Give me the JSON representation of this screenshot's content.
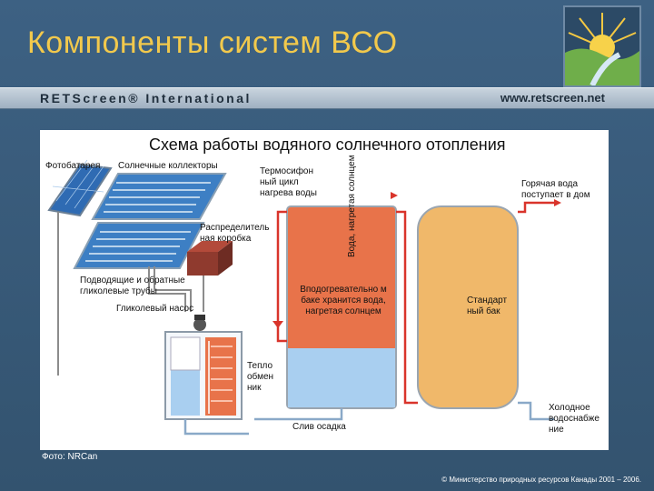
{
  "header": {
    "title": "Компоненты систем ВСО",
    "brand": "RETScreen® International",
    "url": "www.retscreen.net"
  },
  "diagram": {
    "title": "Схема работы водяного солнечного отопления",
    "labels": {
      "pv": "Фотобатарея",
      "collectors": "Солнечные коллекторы",
      "thermosiphon": "Термосифон ный цикл нагрева воды",
      "distribution_box": "Распределитель ная коробка",
      "pipes": "Подводящие и обратные гликолевые трубы",
      "glycol_pump": "Гликолевый насос",
      "preheat_tank": "Вподогревательно м баке хранится вода, нагретая солнцем",
      "solar_water": "Вода, нагретая солнцем",
      "hot_water": "Горячая вода поступает в дом",
      "standard_tank": "Стандарт ный бак",
      "heat_exchanger": "Тепло обмен ник",
      "drain": "Слив осадка",
      "cold_water": "Холодное водоснабже ние"
    }
  },
  "footer": {
    "photo_credit": "Фото: NRCan",
    "copyright": "© Министерство природных ресурсов Канады 2001 – 2006."
  },
  "colors": {
    "title": "#f2c94c",
    "tank_orange": "#e8734a",
    "tank_water": "#a9cff0",
    "standard_tank": "#f0b86a",
    "pipe_red": "#d9342b",
    "collector_blue": "#3d7fc4"
  }
}
